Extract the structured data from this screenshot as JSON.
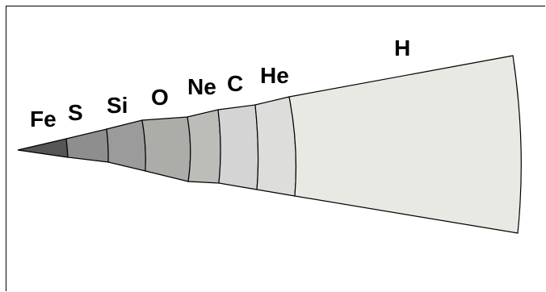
{
  "diagram": {
    "shells": [
      {
        "element": "Fe",
        "fill": "#555555"
      },
      {
        "element": "S",
        "fill": "#8e8e8e"
      },
      {
        "element": "Si",
        "fill": "#9b9b9b"
      },
      {
        "element": "O",
        "fill": "#acaca9"
      },
      {
        "element": "Ne",
        "fill": "#bcbdb9"
      },
      {
        "element": "C",
        "fill": "#d4d4d4"
      },
      {
        "element": "He",
        "fill": "#dddedb"
      },
      {
        "element": "H",
        "fill": "#e9e9e4"
      }
    ],
    "stroke_color": "#000000"
  }
}
